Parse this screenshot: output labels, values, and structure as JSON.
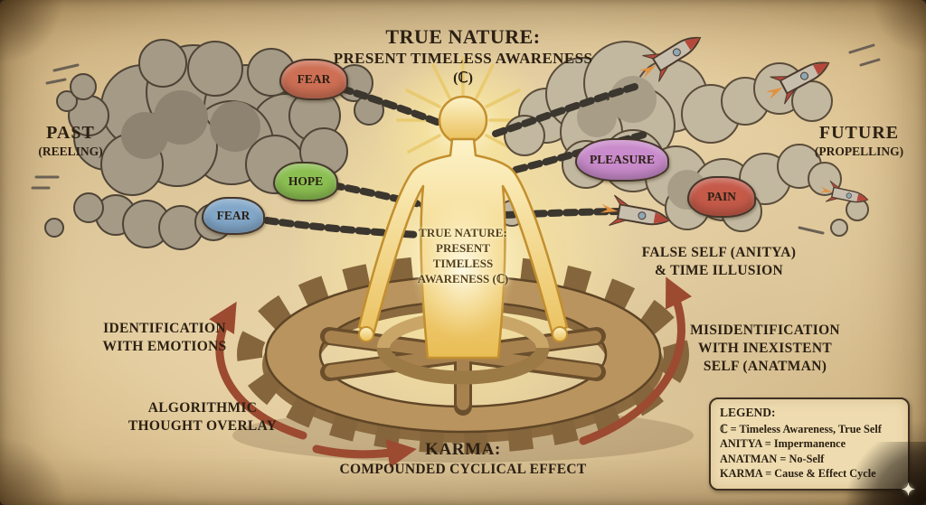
{
  "title": {
    "line1": "TRUE NATURE:",
    "line2": "PRESENT TIMELESS AWARENESS",
    "line3": "(ℂ)"
  },
  "past": {
    "label": "PAST",
    "sublabel": "(REELING)"
  },
  "future": {
    "label": "FUTURE",
    "sublabel": "(PROPELLING)"
  },
  "bubbles": {
    "fear_top": "FEAR",
    "hope": "HOPE",
    "fear_left": "FEAR",
    "pleasure": "PLEASURE",
    "pain": "PAIN"
  },
  "figure": {
    "chest_text": "TRUE NATURE:\nPRESENT\nTIMELESS\nAWARENESS (ℂ)"
  },
  "cycle_labels": {
    "false_self": "FALSE SELF (ANITYA)\n& TIME ILLUSION",
    "identification": "IDENTIFICATION\nWITH EMOTIONS",
    "misidentification": "MISIDENTIFICATION\nWITH INEXISTENT\nSELF (ANATMAN)",
    "algorithmic": "ALGORITHMIC\nTHOUGHT OVERLAY",
    "karma_line1": "KARMA:",
    "karma_line2": "COMPOUNDED CYCLICAL EFFECT"
  },
  "legend": {
    "title": "LEGEND:",
    "items": [
      "ℂ = Timeless Awareness, True Self",
      "ANITYA = Impermanence",
      "ANATMAN = No-Self",
      "KARMA = Cause & Effect Cycle"
    ]
  },
  "icons": {
    "sparkle": "✦"
  },
  "colors": {
    "parchment": "#e6d2a6",
    "arrow": "#9c4a30",
    "gear": "#b9945e",
    "glow": "#fff3c2",
    "fear": "#cd6f54",
    "hope": "#8cbf52",
    "fear2": "#82a7c9",
    "pleasure": "#c98bcb",
    "pain": "#c55a49"
  }
}
